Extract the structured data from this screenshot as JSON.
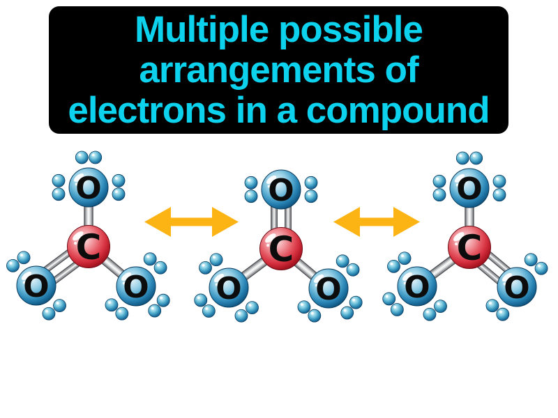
{
  "banner": {
    "lines": [
      "Multiple possible",
      "arrangements of",
      "electrons in a compound"
    ],
    "text_color": "#0cd2ee",
    "bg_color": "#000000"
  },
  "diagram": {
    "description": "Three resonance structures of a carbonate compound linked by double-headed resonance arrows",
    "symbols": {
      "central": "C",
      "oxygen": "O"
    },
    "colors": {
      "carbon": "#d63140",
      "oxygen": "#2a85b5",
      "electron": "#49a6c8",
      "bond": "#9b9da0",
      "arrow": "#fcb414"
    },
    "structures": [
      {
        "name": "resonance-structure-1",
        "oxygens": [
          {
            "position": "top",
            "bond": "single",
            "lone_pairs": 3
          },
          {
            "position": "bottom-left",
            "bond": "double",
            "lone_pairs": 2
          },
          {
            "position": "bottom-right",
            "bond": "single",
            "lone_pairs": 3
          }
        ]
      },
      {
        "name": "resonance-structure-2",
        "oxygens": [
          {
            "position": "top",
            "bond": "double",
            "lone_pairs": 2
          },
          {
            "position": "bottom-left",
            "bond": "single",
            "lone_pairs": 3
          },
          {
            "position": "bottom-right",
            "bond": "single",
            "lone_pairs": 3
          }
        ]
      },
      {
        "name": "resonance-structure-3",
        "oxygens": [
          {
            "position": "top",
            "bond": "single",
            "lone_pairs": 3
          },
          {
            "position": "bottom-left",
            "bond": "single",
            "lone_pairs": 3
          },
          {
            "position": "bottom-right",
            "bond": "double",
            "lone_pairs": 2
          }
        ]
      }
    ],
    "arrows": [
      {
        "name": "resonance-arrow-1",
        "type": "double-headed"
      },
      {
        "name": "resonance-arrow-2",
        "type": "double-headed"
      }
    ]
  }
}
